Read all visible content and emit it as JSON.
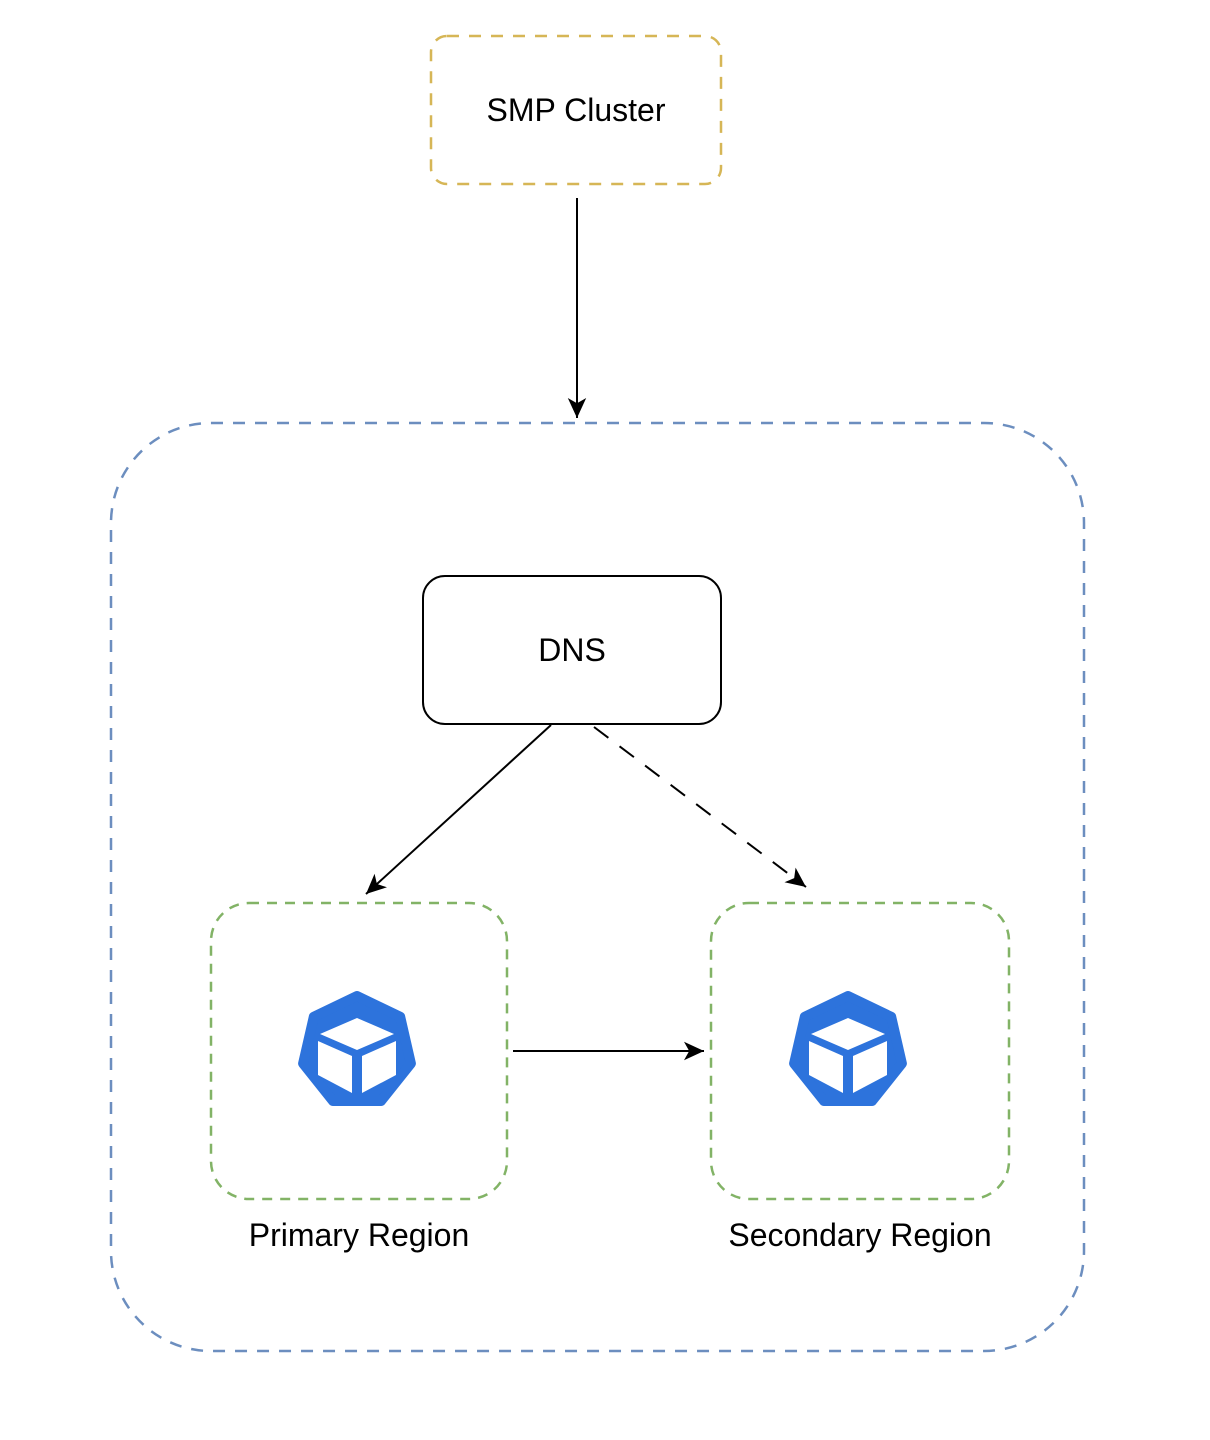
{
  "diagram": {
    "nodes": {
      "smp_cluster": {
        "label": "SMP Cluster",
        "shape": "rounded-rect-dashed-orange"
      },
      "dns": {
        "label": "DNS",
        "shape": "rounded-rect-solid-black"
      },
      "primary_region": {
        "label": "Primary Region",
        "shape": "rounded-rect-dashed-green",
        "icon": "cube-heptagon-icon"
      },
      "secondary_region": {
        "label": "Secondary Region",
        "shape": "rounded-rect-dashed-green",
        "icon": "cube-heptagon-icon"
      },
      "zone_container": {
        "label": "",
        "shape": "rounded-rect-dashed-blue"
      }
    },
    "edges": [
      {
        "from": "smp_cluster",
        "to": "zone_container",
        "style": "solid",
        "arrowhead": "filled"
      },
      {
        "from": "dns",
        "to": "primary_region",
        "style": "solid",
        "arrowhead": "filled"
      },
      {
        "from": "dns",
        "to": "secondary_region",
        "style": "dashed",
        "arrowhead": "filled"
      },
      {
        "from": "primary_region",
        "to": "secondary_region",
        "style": "solid",
        "arrowhead": "filled"
      }
    ],
    "colors": {
      "background": "#FFFFFF",
      "smp_border": "#D6B656",
      "zone_border": "#6C8EBF",
      "region_border": "#82B366",
      "node_border": "#000000",
      "edge": "#000000",
      "icon_blue": "#2D73DC",
      "icon_cube": "#FFFFFF",
      "text": "#000000"
    }
  }
}
